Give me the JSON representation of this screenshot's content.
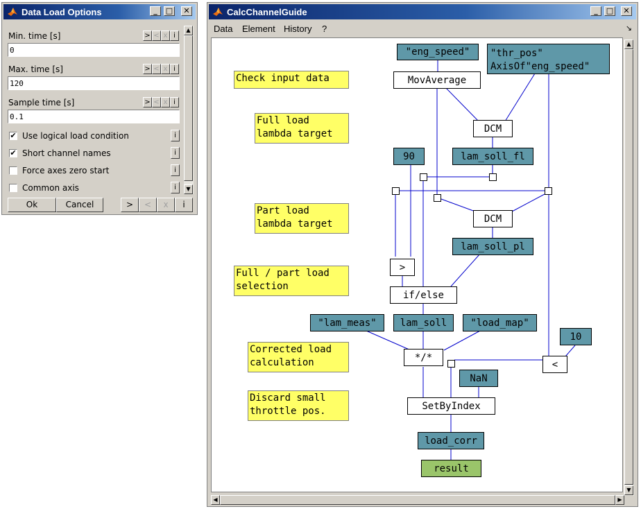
{
  "options_window": {
    "title": "Data Load Options",
    "fields": [
      {
        "label": "Min. time [s]",
        "value": "0"
      },
      {
        "label": "Max. time [s]",
        "value": "120"
      },
      {
        "label": "Sample time [s]",
        "value": "0.1"
      }
    ],
    "field_buttons": [
      ">",
      "<",
      "x",
      "i"
    ],
    "checkboxes": [
      {
        "label": "Use logical load condition",
        "checked": true,
        "mark": "✔"
      },
      {
        "label": "Short channel names",
        "checked": true,
        "mark": "✔"
      },
      {
        "label": "Force axes zero start",
        "checked": false,
        "mark": ""
      },
      {
        "label": "Common axis",
        "checked": false,
        "mark": ""
      }
    ],
    "info_label": "i",
    "ok_label": "Ok",
    "cancel_label": "Cancel",
    "nav_buttons": [
      ">",
      "<",
      "x",
      "i"
    ]
  },
  "guide_window": {
    "title": "CalcChannelGuide",
    "menu": [
      "Data",
      "Element",
      "History",
      "?"
    ],
    "notes": [
      "Check input data",
      "Full load\nlambda target",
      "Part load\nlambda target",
      "Full / part load\nselection",
      "Corrected load\ncalculation",
      "Discard small\nthrottle pos."
    ],
    "channels": {
      "eng_speed": "\"eng_speed\"",
      "thr_pos": "\"thr_pos\"\nAxisOf\"eng_speed\"",
      "const_90": "90",
      "lam_soll_fl": "lam_soll_fl",
      "lam_soll_pl": "lam_soll_pl",
      "lam_meas": "\"lam_meas\"",
      "lam_soll": "lam_soll",
      "load_map": "\"load_map\"",
      "const_10": "10",
      "nan": "NaN",
      "load_corr": "load_corr",
      "result": "result"
    },
    "operators": {
      "movaverage": "MovAverage",
      "dcm1": "DCM",
      "dcm2": "DCM",
      "greater": ">",
      "ifelse": "if/else",
      "muldiv": "*/*",
      "less": "<",
      "setbyindex": "SetByIndex"
    }
  },
  "colors": {
    "title_active": "#0a246a",
    "channel_node": "#5f98a8",
    "result_node": "#9ac56a",
    "note": "#ffff66",
    "wire": "#0000cc"
  }
}
